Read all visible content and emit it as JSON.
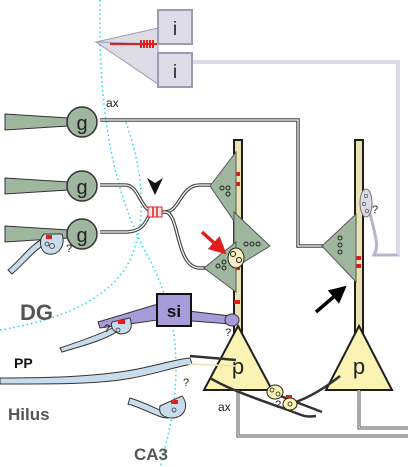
{
  "labels": {
    "interneuron": "i",
    "granule": "g",
    "axon_top": "ax",
    "axon_bottom": "ax",
    "sublayer_interneuron": "si",
    "pyramidal": "p",
    "region_dg": "DG",
    "region_pp": "PP",
    "region_hilus": "Hilus",
    "region_ca3": "CA3",
    "unknown": "?"
  },
  "colors": {
    "granule_fill": "#9fb79f",
    "pyramidal_fill": "#fbf3b3",
    "si_fill": "#a79cd9",
    "interneuron_fill": "#dcdbe6",
    "mossy_cell_fill": "#c8dcec",
    "synapse_red": "#e31c1c",
    "boundary_dots": "#26d8e8",
    "dendrite_dark": "#1e1e1e",
    "axon_gray": "#6e6e6e",
    "dendrite_fill": "#e9e3b4"
  },
  "icons": {
    "arrowhead_marker": "arrowhead-icon",
    "red_arrow": "red-arrow-icon",
    "black_arrow": "black-arrow-icon"
  }
}
